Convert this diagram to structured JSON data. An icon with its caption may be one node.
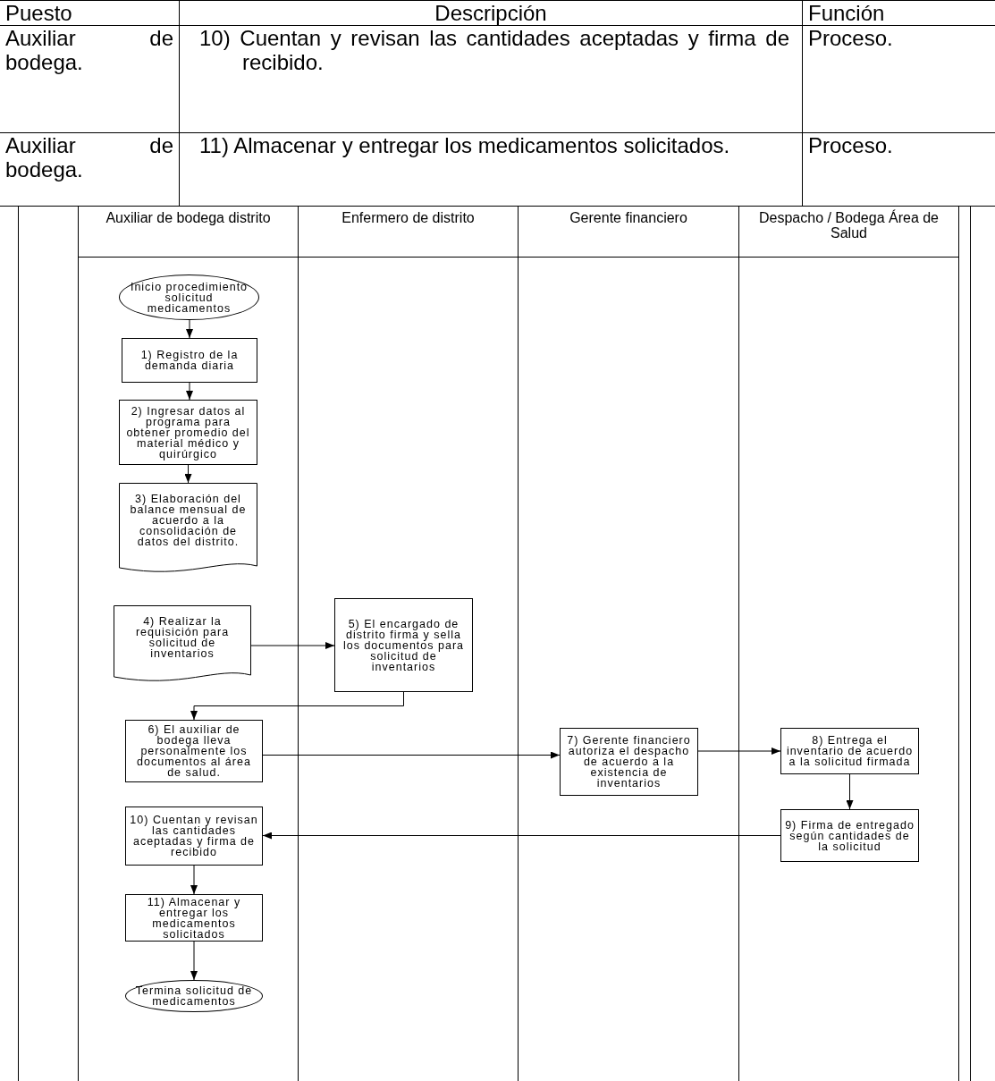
{
  "diagram": {
    "nodes": [
      {
        "text": [
          "Auxiliar de bodega distrito"
        ]
      },
      {
        "text": [
          "Enfermero de distrito"
        ]
      },
      {
        "text": [
          "Gerente financiero"
        ]
      },
      {
        "text": [
          "Despacho / Bodega Área de Salud"
        ]
      },
      {
        "text": [
          "Inicio procedimiento solicitud medicamentos"
        ],
        "in": 0
      },
      {
        "text": [
          "1) Registro de la demanda diaria"
        ],
        "in": 0
      },
      {
        "text": [
          "2) Ingresar datos al programa para obtener promedio del material médico y quirúrgico"
        ],
        "in": 0
      },
      {
        "text": [
          "3) Elaboración del balance mensual de acuerdo a la consolidación de datos del distrito."
        ],
        "in": 0
      },
      {
        "text": [
          "4) Realizar la requisición  para solicitud de inventarios"
        ],
        "in": 0
      },
      {
        "text": [
          "5) El encargado de distrito firma y sella los documentos para solicitud de inventarios"
        ],
        "in": 1
      },
      {
        "text": [
          "6) El auxiliar de bodega lleva personalmente los documentos al área de salud."
        ],
        "in": 0
      },
      {
        "text": [
          "7) Gerente financiero autoriza el despacho de acuerdo a la existencia de inventarios"
        ],
        "in": 2
      },
      {
        "text": [
          "8) Entrega el inventario de acuerdo a la solicitud firmada"
        ],
        "in": 3
      },
      {
        "text": [
          "9) Firma de entregado según cantidades de la solicitud"
        ],
        "in": 3
      },
      {
        "text": [
          "10) Cuentan y revisan las cantidades aceptadas y firma de recibido"
        ],
        "in": 0
      },
      {
        "text": [
          "11) Almacenar y entregar los medicamentos solicitados"
        ],
        "in": 0
      },
      {
        "text": [
          "Termina solicitud de medicamentos"
        ],
        "in": 0
      }
    ],
    "edges": [
      {
        "from": 4,
        "to": 5,
        "arrow": "to"
      },
      {
        "from": 5,
        "to": 6,
        "arrow": "to"
      },
      {
        "from": 6,
        "to": 7,
        "arrow": "to"
      },
      {
        "from": 8,
        "to": 9,
        "arrow": "to"
      },
      {
        "from": 9,
        "to": 10,
        "arrow": "to"
      },
      {
        "from": 10,
        "to": 11,
        "arrow": "to"
      },
      {
        "from": 11,
        "to": 12,
        "arrow": "to"
      },
      {
        "from": 12,
        "to": 13,
        "arrow": "to"
      },
      {
        "from": 13,
        "to": 14,
        "arrow": "to"
      },
      {
        "from": 14,
        "to": 15,
        "arrow": "to"
      },
      {
        "from": 15,
        "to": 16,
        "arrow": "to"
      }
    ],
    "labels": [
      "Puesto",
      "Descripción",
      "Función",
      "Auxiliar de bodega.",
      "10) Cuentan y revisan las cantidades aceptadas y firma de recibido.",
      "Proceso.",
      "Auxiliar de bodega.",
      "11) Almacenar y entregar los medicamentos solicitados.",
      "Proceso."
    ]
  }
}
